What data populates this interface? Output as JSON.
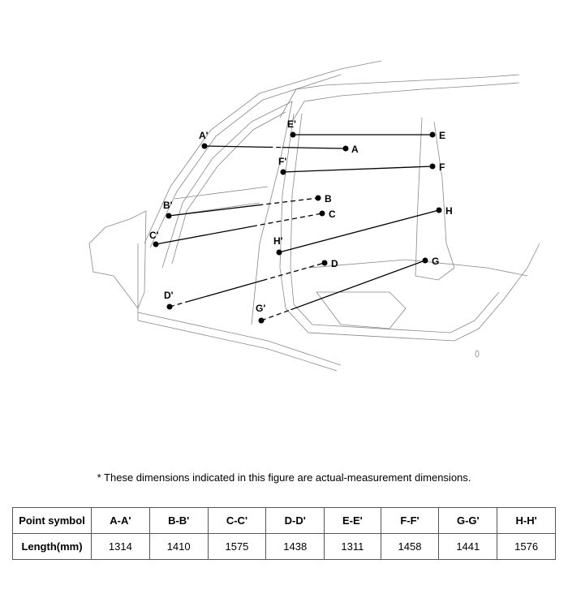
{
  "diagram": {
    "points": [
      {
        "start": "A'",
        "end": "A"
      },
      {
        "start": "B'",
        "end": "B"
      },
      {
        "start": "C'",
        "end": "C"
      },
      {
        "start": "D'",
        "end": "D"
      },
      {
        "start": "E'",
        "end": "E"
      },
      {
        "start": "F'",
        "end": "F"
      },
      {
        "start": "G'",
        "end": "G"
      },
      {
        "start": "H'",
        "end": "H"
      }
    ]
  },
  "note": "*  These dimensions indicated in this figure are actual-measurement dimensions.",
  "table": {
    "header_label": "Point symbol",
    "row_label": "Length(mm)",
    "columns": [
      "A-A'",
      "B-B'",
      "C-C'",
      "D-D'",
      "E-E'",
      "F-F'",
      "G-G'",
      "H-H'"
    ],
    "values": [
      "1314",
      "1410",
      "1575",
      "1438",
      "1311",
      "1458",
      "1441",
      "1576"
    ]
  }
}
